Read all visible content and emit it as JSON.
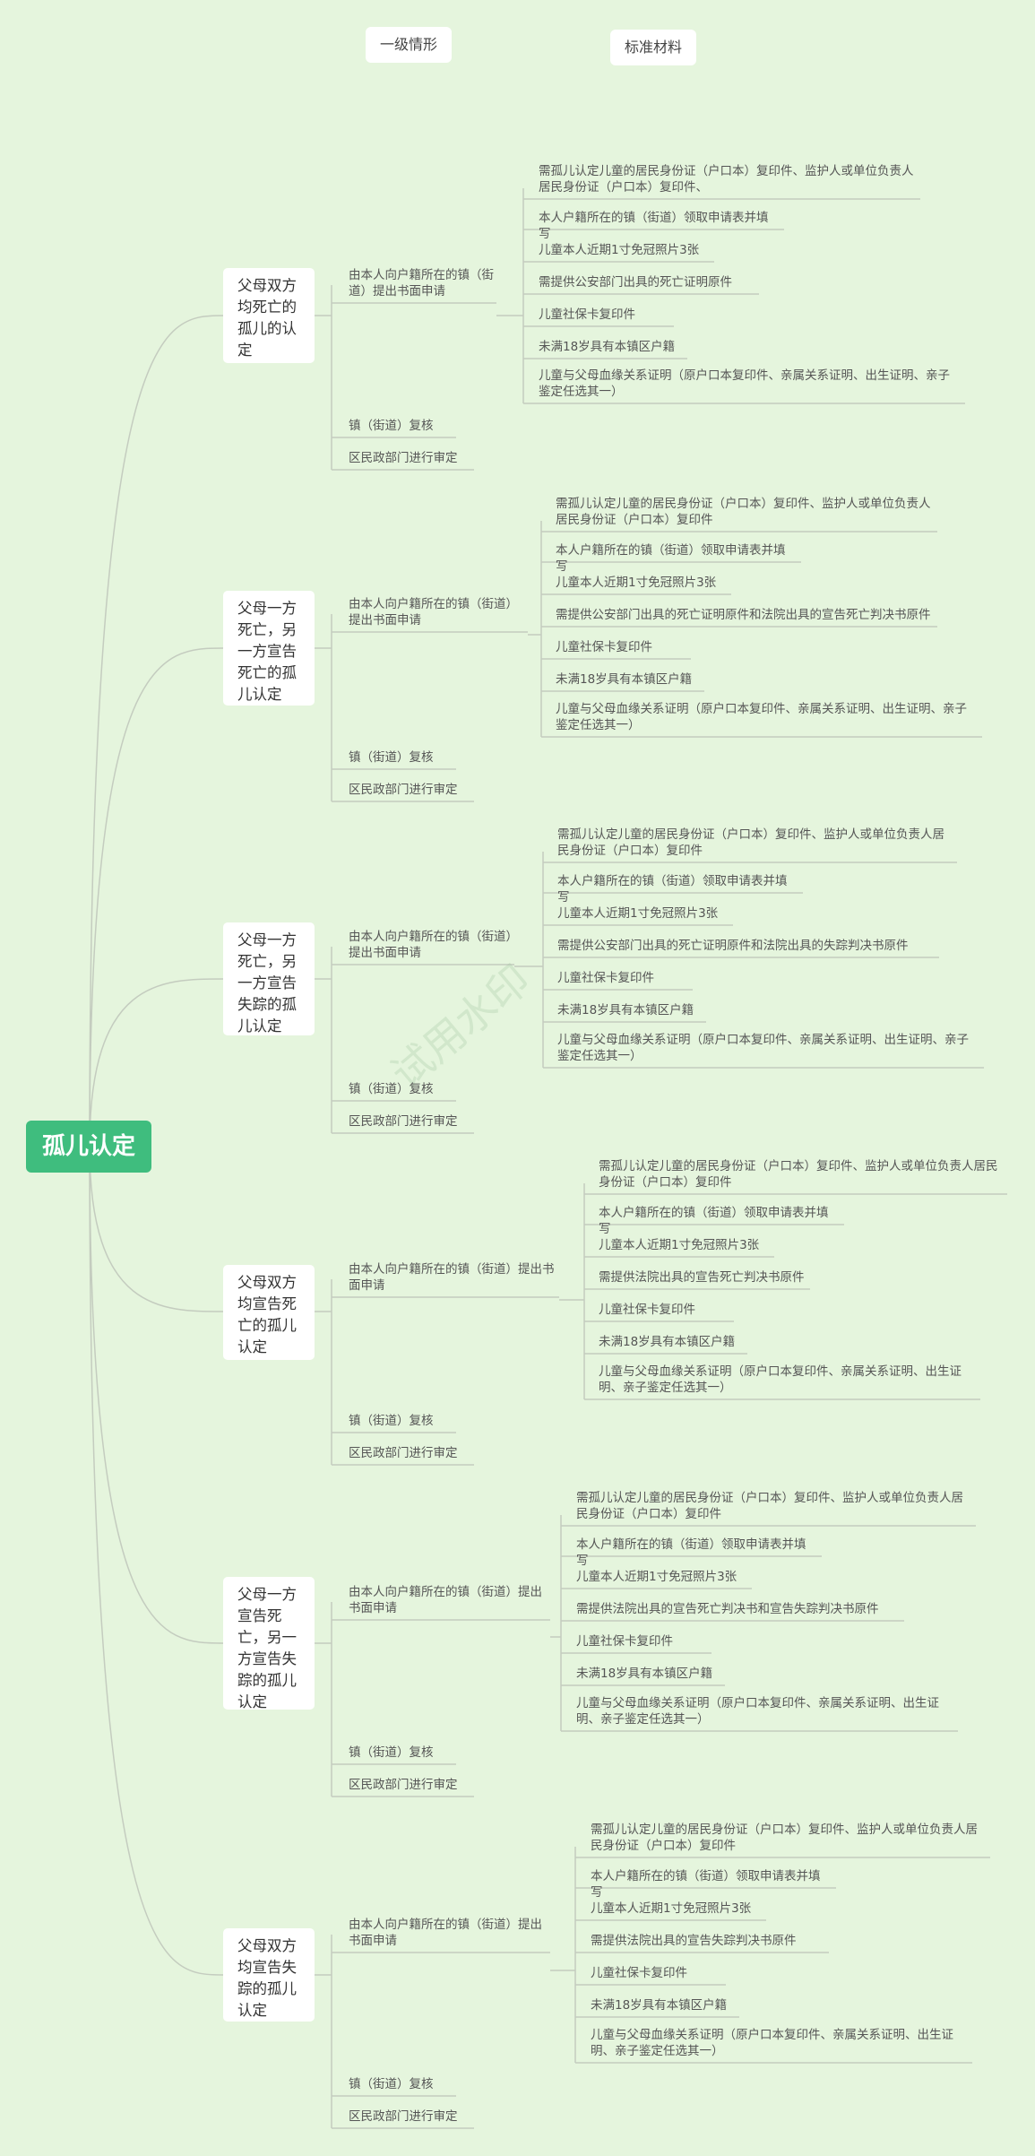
{
  "headers": {
    "level1": "一级情形",
    "materials": "标准材料"
  },
  "root": "孤儿认定",
  "watermark": "试用水印",
  "branches": [
    {
      "title": "父母双方均死亡的孤儿的认定",
      "apply": "由本人向户籍所在的镇（街道）提出书面申请",
      "review": "镇（街道）复核",
      "approve": "区民政部门进行审定",
      "materials": [
        "需孤儿认定儿童的居民身份证（户口本）复印件、监护人或单位负责人居民身份证（户口本）复印件、",
        "本人户籍所在的镇（街道）领取申请表并填写",
        "儿童本人近期1寸免冠照片3张",
        "需提供公安部门出具的死亡证明原件",
        "儿童社保卡复印件",
        "未满18岁具有本镇区户籍",
        "儿童与父母血缘关系证明（原户口本复印件、亲属关系证明、出生证明、亲子鉴定任选其一）"
      ]
    },
    {
      "title": "父母一方死亡，另一方宣告死亡的孤儿认定",
      "apply": "由本人向户籍所在的镇（街道）提出书面申请",
      "review": "镇（街道）复核",
      "approve": "区民政部门进行审定",
      "materials": [
        "需孤儿认定儿童的居民身份证（户口本）复印件、监护人或单位负责人居民身份证（户口本）复印件",
        "本人户籍所在的镇（街道）领取申请表并填写",
        "儿童本人近期1寸免冠照片3张",
        "需提供公安部门出具的死亡证明原件和法院出具的宣告死亡判决书原件",
        "儿童社保卡复印件",
        "未满18岁具有本镇区户籍",
        "儿童与父母血缘关系证明（原户口本复印件、亲属关系证明、出生证明、亲子鉴定任选其一）"
      ]
    },
    {
      "title": "父母一方死亡，另一方宣告失踪的孤儿认定",
      "apply": "由本人向户籍所在的镇（街道）提出书面申请",
      "review": "镇（街道）复核",
      "approve": "区民政部门进行审定",
      "materials": [
        "需孤儿认定儿童的居民身份证（户口本）复印件、监护人或单位负责人居民身份证（户口本）复印件",
        "本人户籍所在的镇（街道）领取申请表并填写",
        "儿童本人近期1寸免冠照片3张",
        "需提供公安部门出具的死亡证明原件和法院出具的失踪判决书原件",
        "儿童社保卡复印件",
        "未满18岁具有本镇区户籍",
        "儿童与父母血缘关系证明（原户口本复印件、亲属关系证明、出生证明、亲子鉴定任选其一）"
      ]
    },
    {
      "title": "父母双方均宣告死亡的孤儿认定",
      "apply": "由本人向户籍所在的镇（街道）提出书面申请",
      "review": "镇（街道）复核",
      "approve": "区民政部门进行审定",
      "materials": [
        "需孤儿认定儿童的居民身份证（户口本）复印件、监护人或单位负责人居民身份证（户口本）复印件",
        "本人户籍所在的镇（街道）领取申请表并填写",
        "儿童本人近期1寸免冠照片3张",
        "需提供法院出具的宣告死亡判决书原件",
        "儿童社保卡复印件",
        "未满18岁具有本镇区户籍",
        "儿童与父母血缘关系证明（原户口本复印件、亲属关系证明、出生证明、亲子鉴定任选其一）"
      ]
    },
    {
      "title": "父母一方宣告死亡，另一方宣告失踪的孤儿认定",
      "apply": "由本人向户籍所在的镇（街道）提出书面申请",
      "review": "镇（街道）复核",
      "approve": "区民政部门进行审定",
      "materials": [
        "需孤儿认定儿童的居民身份证（户口本）复印件、监护人或单位负责人居民身份证（户口本）复印件",
        "本人户籍所在的镇（街道）领取申请表并填写",
        "儿童本人近期1寸免冠照片3张",
        "需提供法院出具的宣告死亡判决书和宣告失踪判决书原件",
        "儿童社保卡复印件",
        "未满18岁具有本镇区户籍",
        "儿童与父母血缘关系证明（原户口本复印件、亲属关系证明、出生证明、亲子鉴定任选其一）"
      ]
    },
    {
      "title": "父母双方均宣告失踪的孤儿认定",
      "apply": "由本人向户籍所在的镇（街道）提出书面申请",
      "review": "镇（街道）复核",
      "approve": "区民政部门进行审定",
      "materials": [
        "需孤儿认定儿童的居民身份证（户口本）复印件、监护人或单位负责人居民身份证（户口本）复印件",
        "本人户籍所在的镇（街道）领取申请表并填写",
        "儿童本人近期1寸免冠照片3张",
        "需提供法院出具的宣告失踪判决书原件",
        "儿童社保卡复印件",
        "未满18岁具有本镇区户籍",
        "儿童与父母血缘关系证明（原户口本复印件、亲属关系证明、出生证明、亲子鉴定任选其一）"
      ]
    }
  ]
}
